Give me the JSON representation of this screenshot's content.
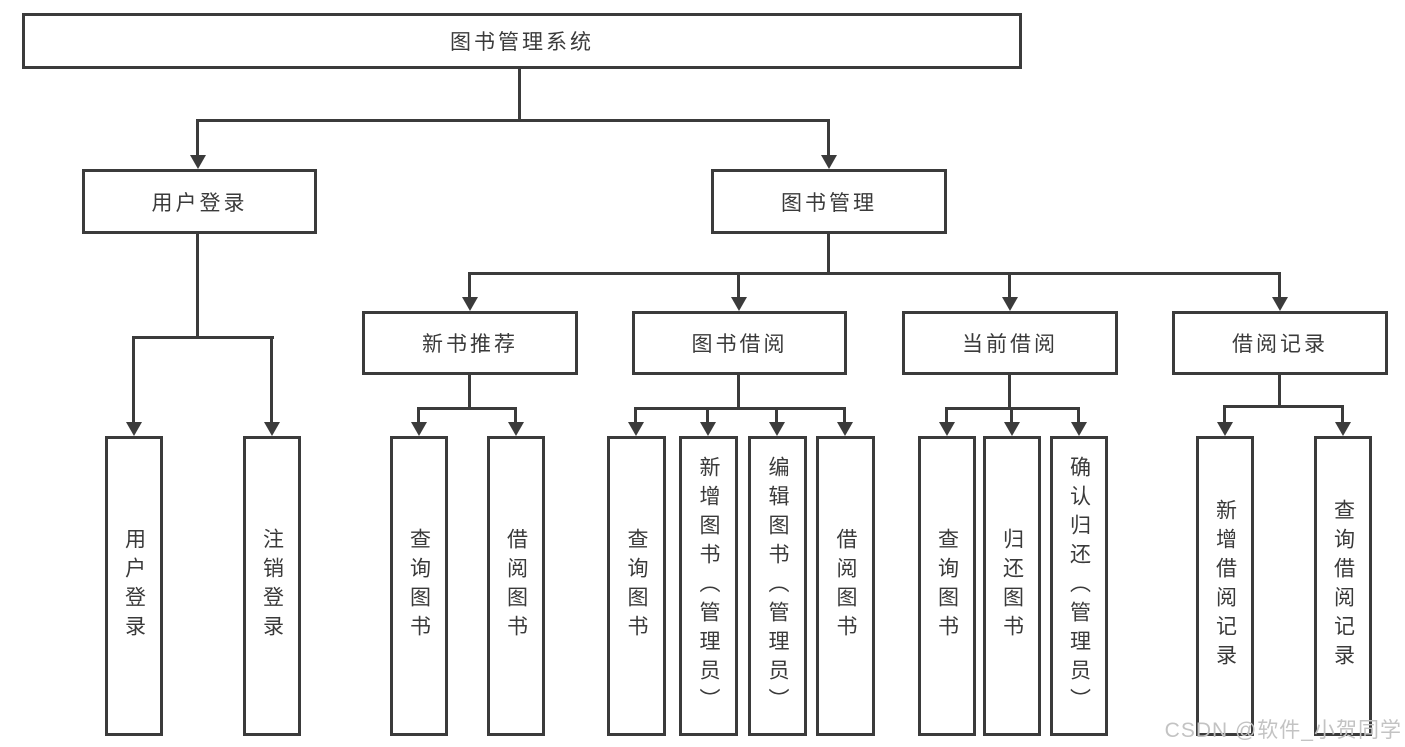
{
  "tree": {
    "label": "图书管理系统",
    "children": [
      {
        "label": "用户登录",
        "children": [
          {
            "label": "用户登录"
          },
          {
            "label": "注销登录"
          }
        ]
      },
      {
        "label": "图书管理",
        "children": [
          {
            "label": "新书推荐",
            "children": [
              {
                "label": "查询图书"
              },
              {
                "label": "借阅图书"
              }
            ]
          },
          {
            "label": "图书借阅",
            "children": [
              {
                "label": "查询图书"
              },
              {
                "label": "新增图书（管理员）"
              },
              {
                "label": "编辑图书（管理员）"
              },
              {
                "label": "借阅图书"
              }
            ]
          },
          {
            "label": "当前借阅",
            "children": [
              {
                "label": "查询图书"
              },
              {
                "label": "归还图书"
              },
              {
                "label": "确认归还（管理员）"
              }
            ]
          },
          {
            "label": "借阅记录",
            "children": [
              {
                "label": "新增借阅记录"
              },
              {
                "label": "查询借阅记录"
              }
            ]
          }
        ]
      }
    ]
  },
  "watermark": "CSDN @软件_小贺同学",
  "colors": {
    "line": "#3b3b3b",
    "text": "#3a3a3a",
    "background": "#ffffff",
    "watermark": "#c3c3c3"
  }
}
